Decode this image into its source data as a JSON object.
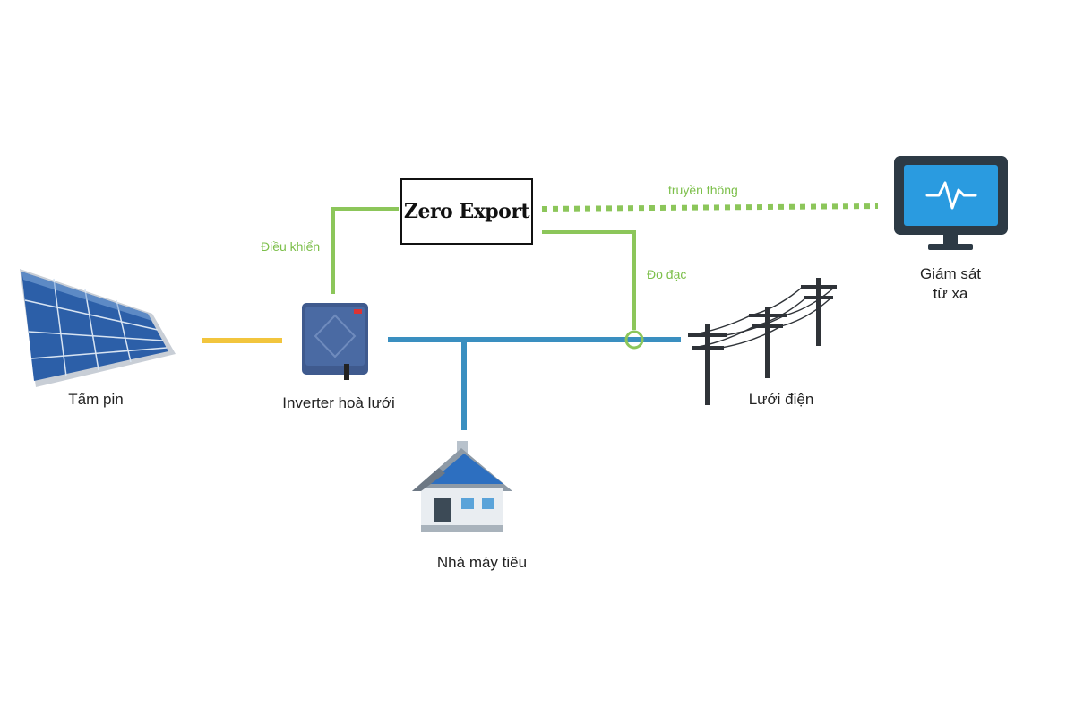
{
  "controller": {
    "label": "Zero Export"
  },
  "components": {
    "solar_panel": {
      "label": "Tấm pin",
      "icon": "solar-panel-icon"
    },
    "inverter": {
      "label": "Inverter hoà lưới",
      "icon": "inverter-icon"
    },
    "load": {
      "label": "Nhà máy tiêu",
      "icon": "house-icon"
    },
    "grid": {
      "label": "Lưới điện",
      "icon": "power-pylon-icon"
    },
    "monitor": {
      "label_line1": "Giám sát",
      "label_line2": "từ xa",
      "icon": "monitor-icon"
    }
  },
  "connections": {
    "control": {
      "label": "Điều khiển"
    },
    "communication": {
      "label": "truyền thông"
    },
    "measurement": {
      "label": "Đo đạc"
    }
  },
  "colors": {
    "dc_line": "#f2c53d",
    "ac_line": "#3a8fc0",
    "signal_line": "#8cc65a",
    "monitor_screen": "#2a9be0",
    "monitor_body": "#2d3a45",
    "inverter_body": "#3f5a8e"
  }
}
